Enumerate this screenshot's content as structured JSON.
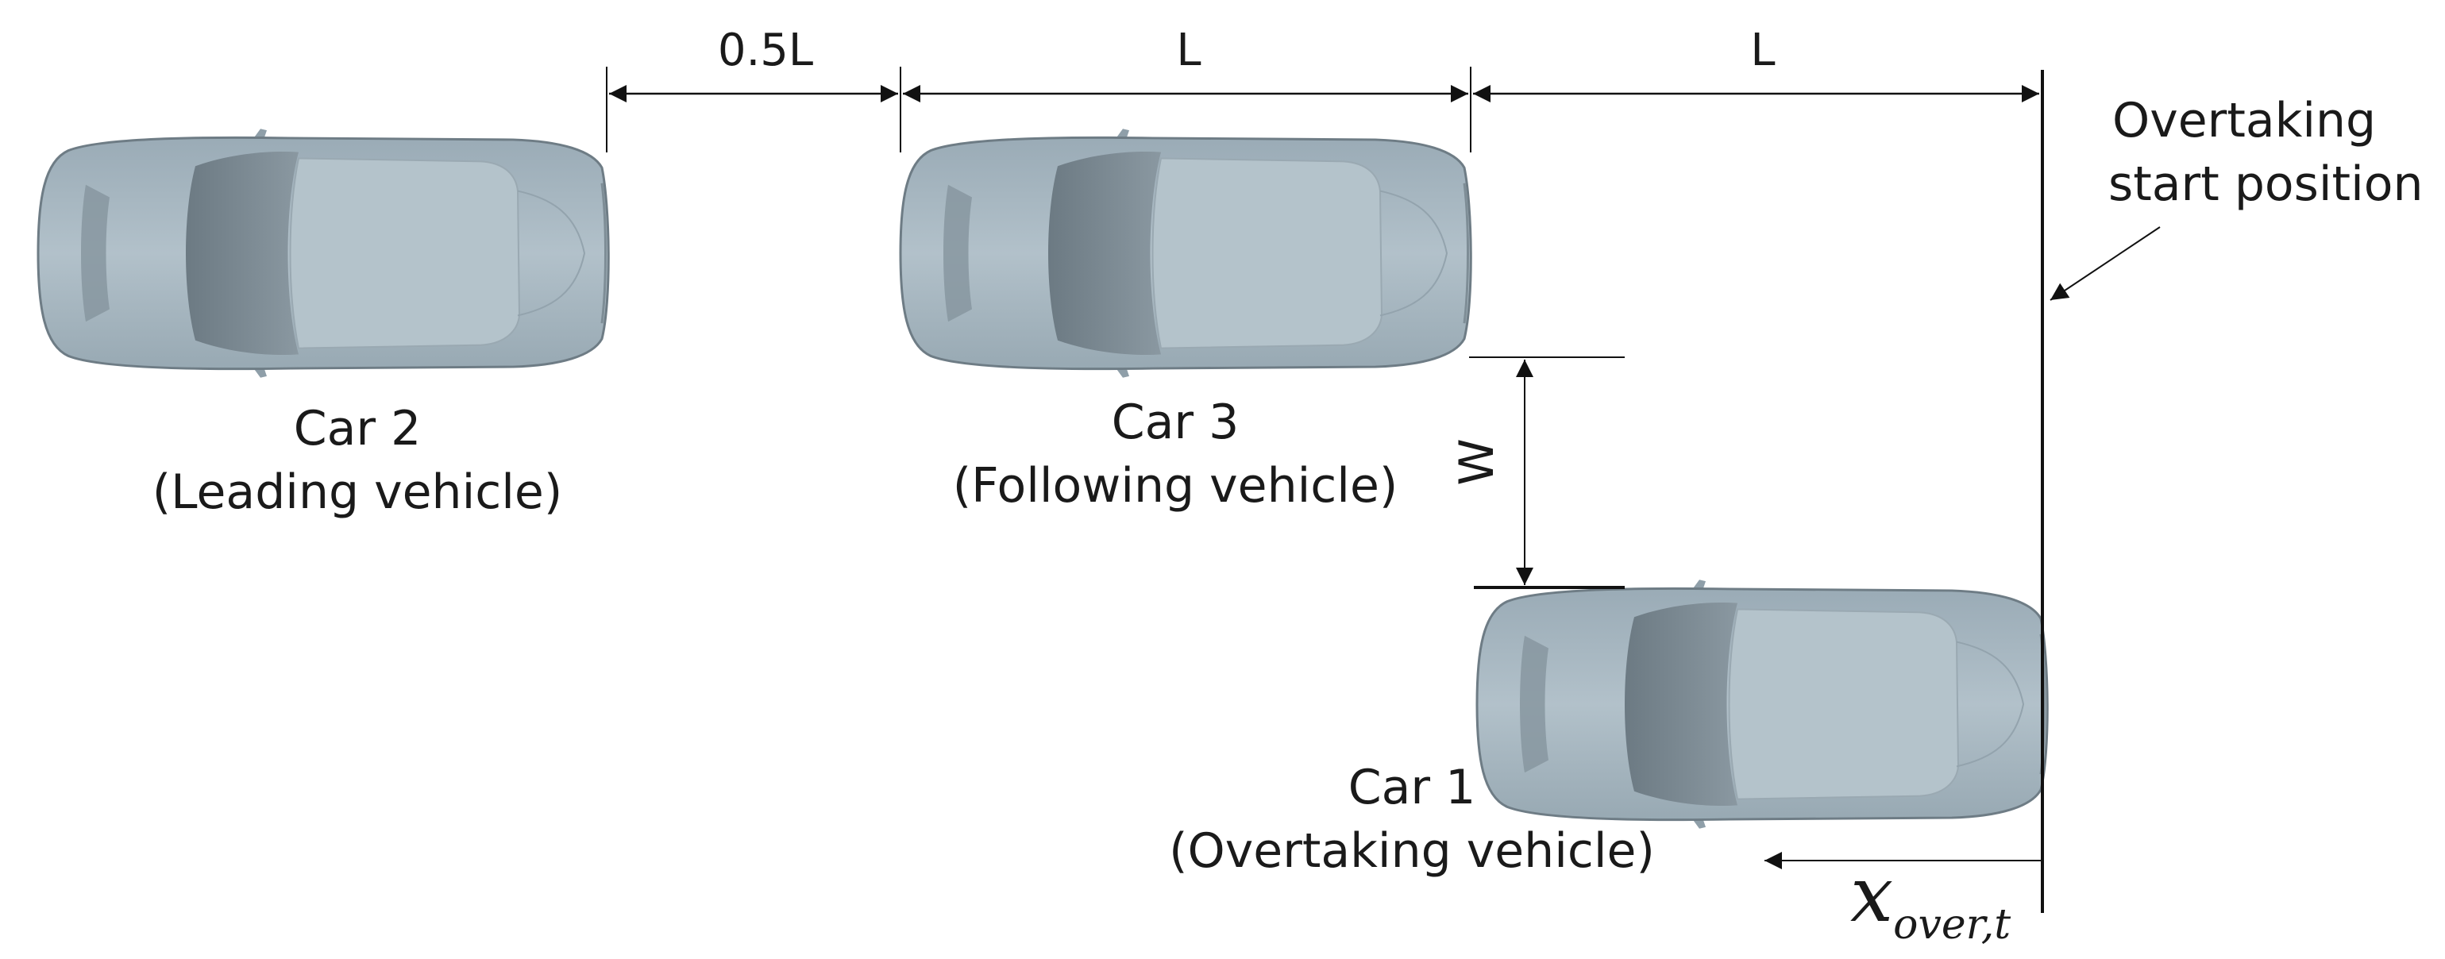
{
  "dimensions": {
    "gap_label": "0.5L",
    "car3_length_label": "L",
    "offset_length_label": "L",
    "lateral_gap_label": "W"
  },
  "annotation": {
    "line1": "Overtaking",
    "line2": "start position"
  },
  "cars": {
    "car2": {
      "name": "Car 2",
      "role": "(Leading vehicle)"
    },
    "car3": {
      "name": "Car 3",
      "role": "(Following vehicle)"
    },
    "car1": {
      "name": "Car 1",
      "role": "(Overtaking vehicle)"
    }
  },
  "distance_label": {
    "main": "x",
    "subscript": "over,t"
  },
  "colors": {
    "car_body": "#a7b7c1",
    "car_glass": "#7d8b94",
    "car_outline": "#6e7c85",
    "line": "#111111"
  }
}
